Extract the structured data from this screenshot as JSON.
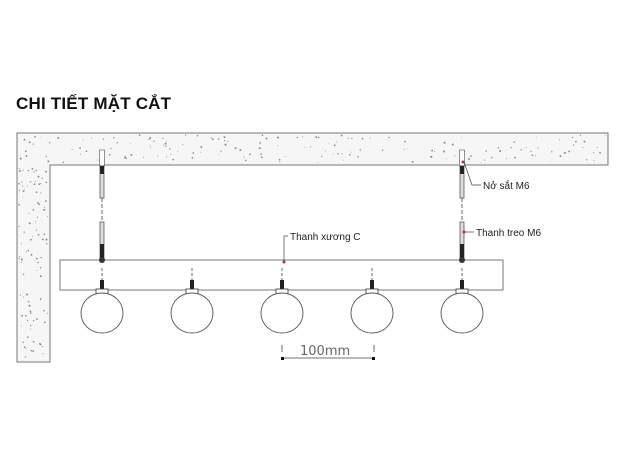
{
  "title": "CHI TIẾT MẶT CẮT",
  "labels": {
    "anchor": "Nở sắt M6",
    "rod": "Thanh treo M6",
    "channel": "Thanh xương C"
  },
  "dimension": "100mm",
  "lamp_count": 5,
  "colors": {
    "line": "#555555",
    "leader_dot": "#b0303a",
    "concrete_fill": "#f4f4f4"
  }
}
